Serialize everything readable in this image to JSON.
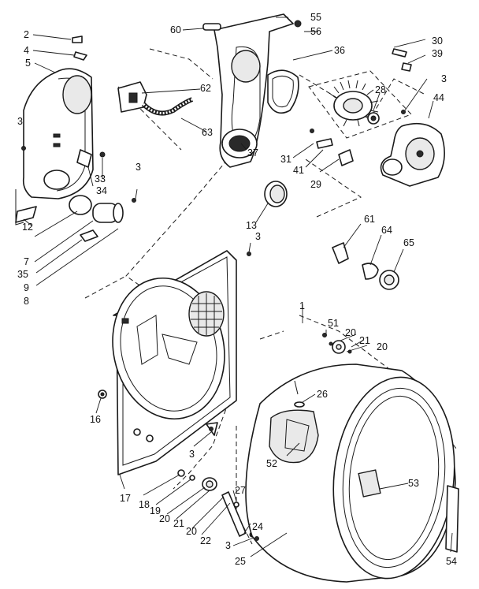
{
  "diagram": {
    "callouts": [
      {
        "id": "c1",
        "label": "1"
      },
      {
        "id": "c2",
        "label": "2"
      },
      {
        "id": "c3a",
        "label": "3"
      },
      {
        "id": "c3b",
        "label": "3"
      },
      {
        "id": "c3c",
        "label": "3"
      },
      {
        "id": "c3d",
        "label": "3"
      },
      {
        "id": "c3e",
        "label": "3"
      },
      {
        "id": "c3f",
        "label": "3"
      },
      {
        "id": "c4",
        "label": "4"
      },
      {
        "id": "c5",
        "label": "5"
      },
      {
        "id": "c7",
        "label": "7"
      },
      {
        "id": "c8",
        "label": "8"
      },
      {
        "id": "c9",
        "label": "9"
      },
      {
        "id": "c12",
        "label": "12"
      },
      {
        "id": "c13",
        "label": "13"
      },
      {
        "id": "c16",
        "label": "16"
      },
      {
        "id": "c17",
        "label": "17"
      },
      {
        "id": "c18",
        "label": "18"
      },
      {
        "id": "c19",
        "label": "19"
      },
      {
        "id": "c20a",
        "label": "20"
      },
      {
        "id": "c20b",
        "label": "20"
      },
      {
        "id": "c20c",
        "label": "20"
      },
      {
        "id": "c20d",
        "label": "20"
      },
      {
        "id": "c21a",
        "label": "21"
      },
      {
        "id": "c21b",
        "label": "21"
      },
      {
        "id": "c22",
        "label": "22"
      },
      {
        "id": "c24",
        "label": "24"
      },
      {
        "id": "c25",
        "label": "25"
      },
      {
        "id": "c26",
        "label": "26"
      },
      {
        "id": "c27",
        "label": "27"
      },
      {
        "id": "c28",
        "label": "28"
      },
      {
        "id": "c29",
        "label": "29"
      },
      {
        "id": "c30",
        "label": "30"
      },
      {
        "id": "c31",
        "label": "31"
      },
      {
        "id": "c33",
        "label": "33"
      },
      {
        "id": "c34",
        "label": "34"
      },
      {
        "id": "c35",
        "label": "35"
      },
      {
        "id": "c36",
        "label": "36"
      },
      {
        "id": "c37",
        "label": "37"
      },
      {
        "id": "c39",
        "label": "39"
      },
      {
        "id": "c41",
        "label": "41"
      },
      {
        "id": "c44",
        "label": "44"
      },
      {
        "id": "c51",
        "label": "51"
      },
      {
        "id": "c52",
        "label": "52"
      },
      {
        "id": "c53",
        "label": "53"
      },
      {
        "id": "c54",
        "label": "54"
      },
      {
        "id": "c55",
        "label": "55"
      },
      {
        "id": "c56",
        "label": "56"
      },
      {
        "id": "c60",
        "label": "60"
      },
      {
        "id": "c61",
        "label": "61"
      },
      {
        "id": "c62",
        "label": "62"
      },
      {
        "id": "c63",
        "label": "63"
      },
      {
        "id": "c64",
        "label": "64"
      },
      {
        "id": "c65",
        "label": "65"
      }
    ]
  }
}
